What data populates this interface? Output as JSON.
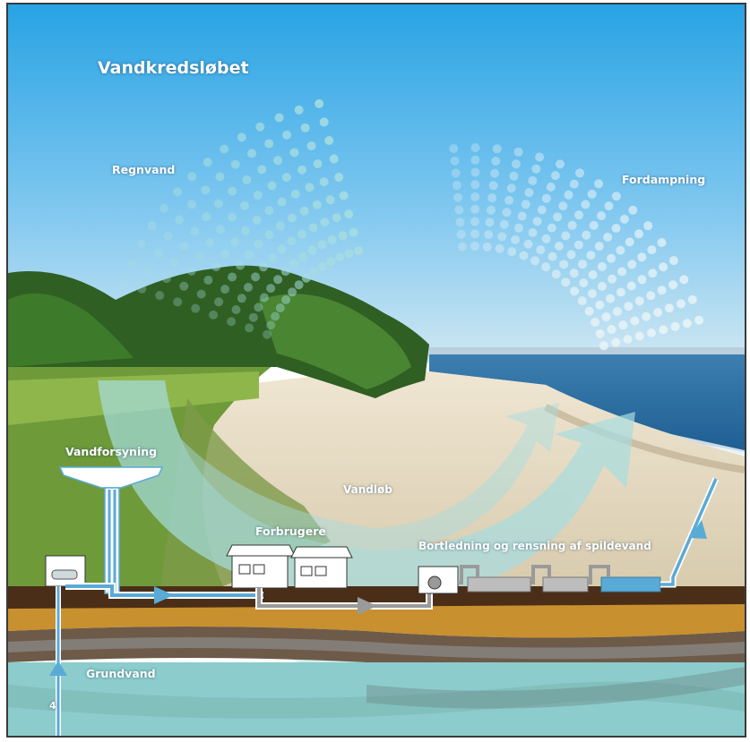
{
  "title": "Vandkredsløbet",
  "labels": {
    "rain": "Regnvand",
    "evaporation": "Fordampning",
    "water_supply": "Vandforsyning",
    "stream": "Vandløb",
    "consumers": "Forbrugere",
    "wastewater": "Bortledning og rensning af spildevand",
    "groundwater": "Grundvand"
  },
  "page_number": "4",
  "colors": {
    "sky_top": "#2fa6e3",
    "sky_bottom": "#bfe2f3",
    "sea": "#2a6fa3",
    "sand": "#e6dcc6",
    "grass": "#6e9a3a",
    "trees": "#2f5f22",
    "cycle_arrow": "#a6dde0",
    "pipe_blue": "#5aaad6",
    "pipe_grey": "#9a9a9a",
    "soil_dark": "#4a2e18",
    "soil_ochre": "#c8902e",
    "groundwater": "#8ccccc"
  },
  "icons": {
    "rain_dots": "rain-drops-icon",
    "evap_dots": "vapor-dots-icon",
    "flow_arrow": "arrow-icon"
  }
}
